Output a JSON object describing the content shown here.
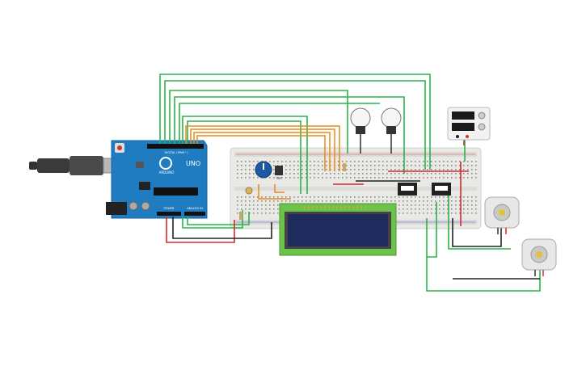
{
  "arduino": {
    "brand": "UNO",
    "logo_text": "ARDUINO",
    "digital_label": "DIGITAL (PWM~)",
    "power_label": "POWER",
    "analog_label": "ANALOG IN"
  },
  "potentiometer_chip": {
    "label": "TMP"
  },
  "lcd": {
    "rows": 2,
    "cols": 16
  },
  "power_supply": {
    "displays": 2
  },
  "colors": {
    "wire_green": "#2bb34a",
    "wire_orange": "#e88a1a",
    "wire_red": "#d62a2a",
    "wire_black": "#222222",
    "board_blue": "#1f7cc0",
    "breadboard": "#e9e9e6",
    "lcd_bezel": "#6cc24a",
    "lcd_screen": "#1e2b5c"
  },
  "icons": [
    "usb-cable-icon",
    "lightbulb-icon",
    "dc-motor-icon",
    "relay-icon",
    "potentiometer-icon",
    "power-supply-icon"
  ]
}
